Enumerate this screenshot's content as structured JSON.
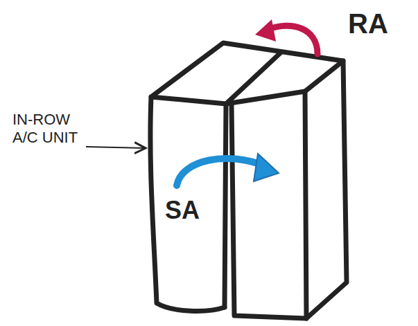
{
  "diagram": {
    "labels": [
      "RA",
      "IN-ROW A/C UNIT",
      "SA"
    ]
  }
}
